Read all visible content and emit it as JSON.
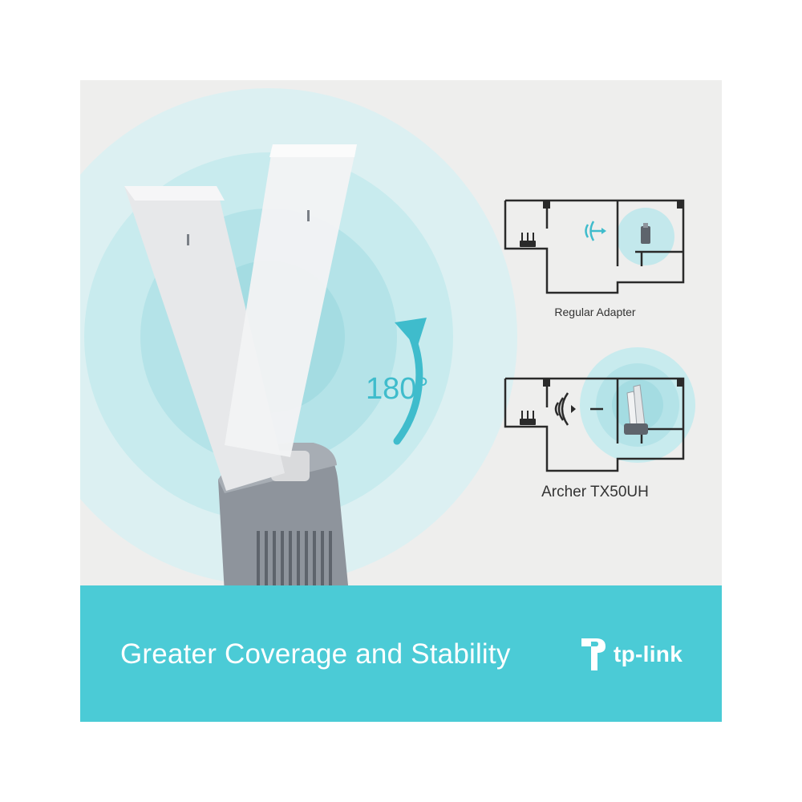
{
  "product": {
    "rotation_label": "180°",
    "comparison": [
      {
        "label": "Regular Adapter",
        "signal": "weak"
      },
      {
        "label": "Archer TX50UH",
        "signal": "strong"
      }
    ]
  },
  "banner": {
    "tagline": "Greater Coverage and Stability",
    "brand": "tp-link"
  },
  "colors": {
    "accent": "#4bcbd6",
    "ring_light": "#dcf0f2",
    "ring_mid": "#b9e6ea",
    "ring_dark": "#a0dbe1",
    "plan_lines": "#2a2a2a",
    "adapter_body": "#8e949c"
  },
  "icons": [
    "router-icon",
    "wifi-signal-icon",
    "usb-adapter-icon",
    "rotate-arrow-icon",
    "tp-link-logo-icon"
  ]
}
